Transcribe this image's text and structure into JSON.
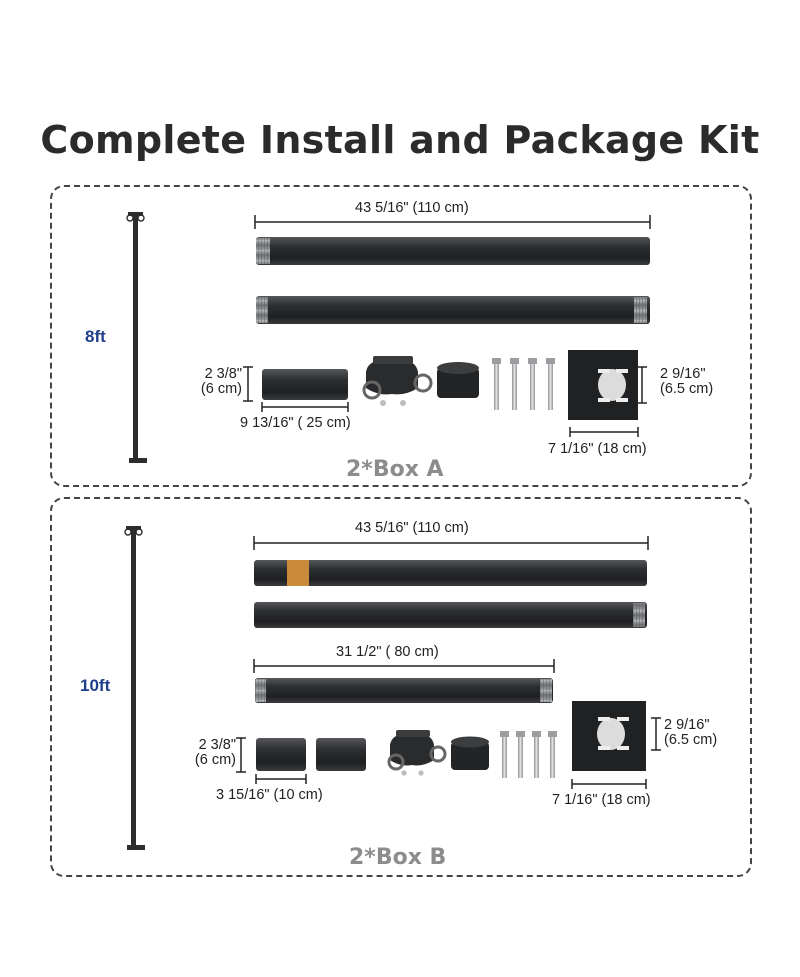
{
  "title": "Complete Install and Package Kit",
  "box_a": {
    "height_label": "8ft",
    "box_label": "2*Box A",
    "pole_length": "43 5/16\" (110 cm)",
    "sleeve_height_in": "2 3/8\"",
    "sleeve_height_cm": "(6 cm)",
    "sleeve_length": "9 13/16\" ( 25 cm)",
    "plate_hole_in": "2 9/16\"",
    "plate_hole_cm": "(6.5 cm)",
    "plate_width": "7 1/16\" (18 cm)"
  },
  "box_b": {
    "height_label": "10ft",
    "box_label": "2*Box B",
    "pole_length": "43 5/16\" (110 cm)",
    "short_pole_length": "31 1/2\" ( 80 cm)",
    "sleeve_height_in": "2 3/8\"",
    "sleeve_height_cm": "(6 cm)",
    "sleeve_length": "3 15/16\" (10 cm)",
    "plate_hole_in": "2 9/16\"",
    "plate_hole_cm": "(6.5 cm)",
    "plate_width": "7 1/16\" (18 cm)"
  },
  "colors": {
    "pole": "#2c2d2f",
    "heading_text": "#2b2b2b",
    "height_label": "#1f3f8a",
    "box_label": "#8c8c8c",
    "tape": "#c98a3c"
  }
}
